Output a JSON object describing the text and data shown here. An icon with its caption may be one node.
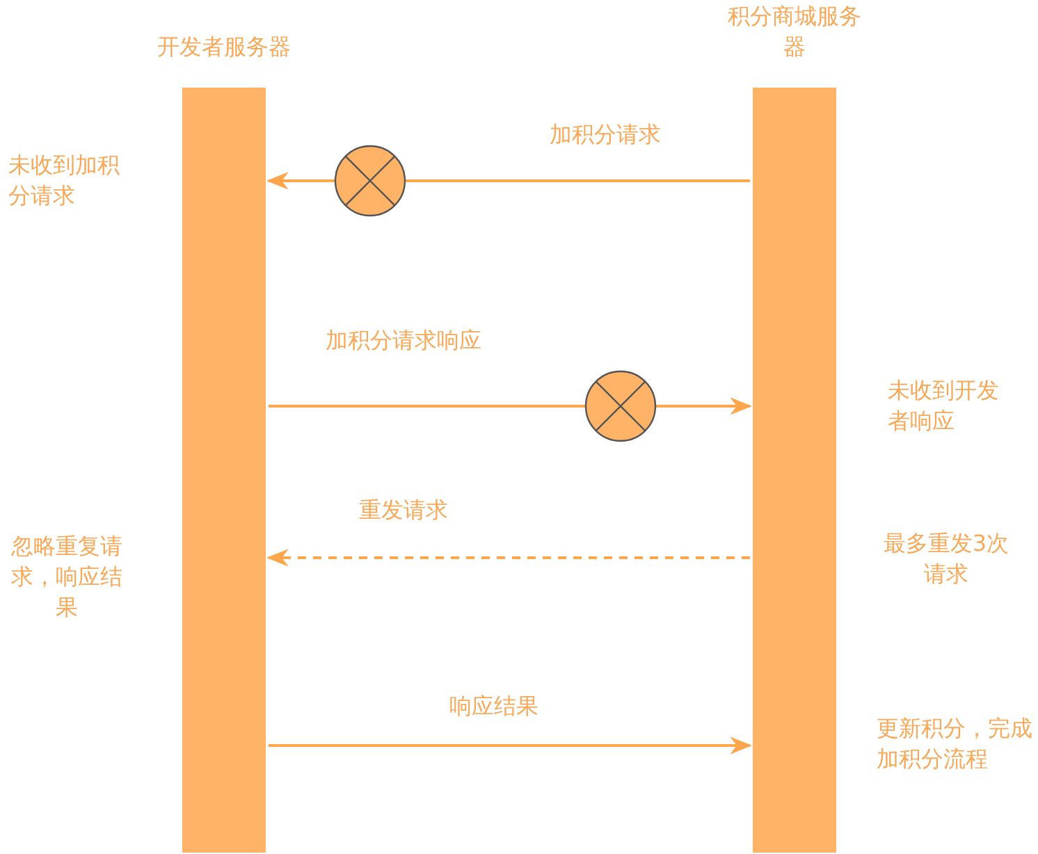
{
  "diagram": {
    "nodes": [
      {
        "text": [
          "开发者服务器"
        ]
      },
      {
        "text": [
          "积分商城服务器"
        ]
      }
    ],
    "edges": [
      {
        "from": 1,
        "to": 0,
        "arrow": "to",
        "label": "加积分请求"
      },
      {
        "from": 0,
        "to": 1,
        "arrow": "to",
        "label": "加积分请求响应"
      },
      {
        "from": 1,
        "to": 0,
        "arrow": "to",
        "label": "重发请求",
        "style": "dashed"
      },
      {
        "from": 0,
        "to": 1,
        "arrow": "to",
        "label": "响应结果"
      }
    ],
    "labels": [
      "未收到加积分请求",
      "未收到开发者响应",
      "忽略重复请求，响应结果",
      "最多重发3次请求",
      "更新积分，完成加积分流程"
    ]
  }
}
